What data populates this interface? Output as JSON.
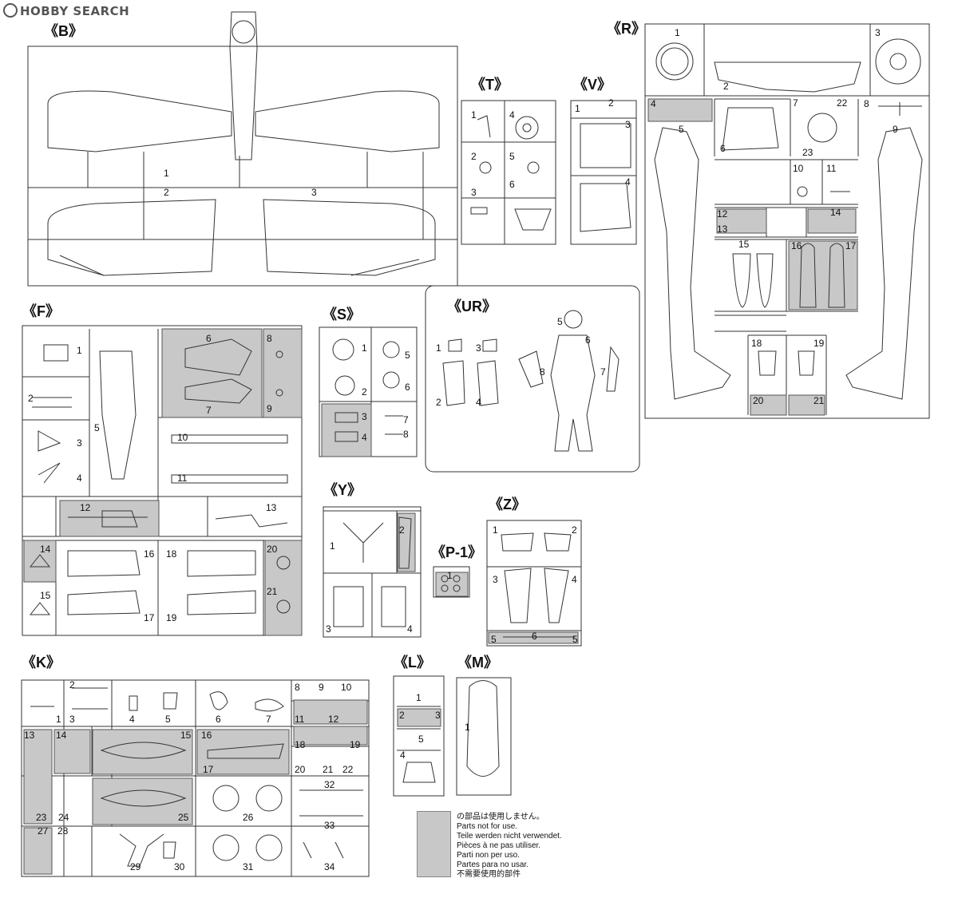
{
  "watermark": "HOBBY SEARCH",
  "legend": {
    "lines": [
      "の部品は使用しません。",
      "Parts not for use.",
      "Teile werden nicht verwendet.",
      "Pièces à ne pas utiliser.",
      "Parti non per uso.",
      "Partes para no usar.",
      "不需要使用的部件"
    ]
  },
  "colors": {
    "unused": "#c8c8c8",
    "line": "#333333"
  },
  "runners": [
    {
      "id": "B",
      "label": "《B》",
      "parts": [
        "1",
        "2",
        "3"
      ]
    },
    {
      "id": "T",
      "label": "《T》",
      "parts": [
        "1",
        "2",
        "3",
        "4",
        "5",
        "6"
      ]
    },
    {
      "id": "V",
      "label": "《V》",
      "parts": [
        "1",
        "2",
        "3",
        "4"
      ]
    },
    {
      "id": "R",
      "label": "《R》",
      "parts": [
        "1",
        "2",
        "3",
        "4",
        "5",
        "6",
        "7",
        "8",
        "9",
        "10",
        "11",
        "12",
        "13",
        "14",
        "15",
        "16",
        "17",
        "18",
        "19",
        "20",
        "21",
        "22",
        "23"
      ]
    },
    {
      "id": "F",
      "label": "《F》",
      "parts": [
        "1",
        "2",
        "3",
        "4",
        "5",
        "6",
        "7",
        "8",
        "9",
        "10",
        "11",
        "12",
        "13",
        "14",
        "15",
        "16",
        "17",
        "18",
        "19",
        "20",
        "21"
      ]
    },
    {
      "id": "S",
      "label": "《S》",
      "parts": [
        "1",
        "2",
        "3",
        "4",
        "5",
        "6",
        "7",
        "8"
      ]
    },
    {
      "id": "UR",
      "label": "《UR》",
      "parts": [
        "1",
        "2",
        "3",
        "4",
        "5",
        "6",
        "7",
        "8"
      ]
    },
    {
      "id": "Y",
      "label": "《Y》",
      "parts": [
        "1",
        "2",
        "3",
        "4"
      ]
    },
    {
      "id": "P1",
      "label": "《P-1》",
      "parts": [
        "1"
      ]
    },
    {
      "id": "Z",
      "label": "《Z》",
      "parts": [
        "1",
        "2",
        "3",
        "4",
        "5",
        "6",
        "5"
      ]
    },
    {
      "id": "K",
      "label": "《K》",
      "parts": [
        "1",
        "2",
        "3",
        "4",
        "5",
        "6",
        "7",
        "8",
        "9",
        "10",
        "11",
        "12",
        "13",
        "14",
        "15",
        "16",
        "17",
        "18",
        "19",
        "20",
        "21",
        "22",
        "23",
        "24",
        "25",
        "26",
        "27",
        "28",
        "29",
        "30",
        "31",
        "32",
        "33",
        "34"
      ]
    },
    {
      "id": "L",
      "label": "《L》",
      "parts": [
        "1",
        "2",
        "3",
        "4",
        "5"
      ]
    },
    {
      "id": "M",
      "label": "《M》",
      "parts": [
        "1"
      ]
    }
  ]
}
